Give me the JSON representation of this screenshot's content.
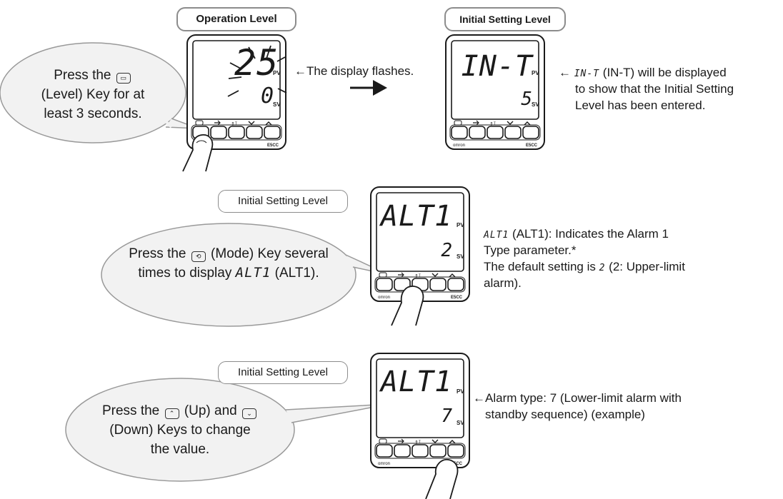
{
  "step1": {
    "label_left": "Operation Level",
    "label_right": "Initial Setting Level",
    "bubble": {
      "press": "Press the",
      "key_name": "(Level) Key for at",
      "line3": "least 3 seconds."
    },
    "display_left": {
      "pv": "25",
      "sv": "0"
    },
    "flash_note": "The display flashes.",
    "display_right": {
      "pv": "IN-T",
      "sv": "5"
    },
    "note": {
      "code_glyph": "IN-T",
      "line1": "(IN-T) will be displayed",
      "line2": "to show that the Initial Setting",
      "line3": "Level has been entered."
    }
  },
  "step2": {
    "label": "Initial Setting Level",
    "bubble": {
      "line1a": "Press the",
      "line1b": "(Mode) Key several",
      "line2a": "times to display",
      "code_glyph": "ALT1",
      "line2b": "(ALT1)."
    },
    "display": {
      "pv": "ALT1",
      "sv": "2"
    },
    "note": {
      "code_glyph": "ALT1",
      "line1": "(ALT1): Indicates the Alarm 1",
      "line2": "Type parameter.*",
      "line3a": "The default setting is",
      "default_glyph": "2",
      "line3b": "(2: Upper-limit",
      "line4": "alarm)."
    }
  },
  "step3": {
    "label": "Initial Setting Level",
    "bubble": {
      "line1a": "Press the",
      "line1b": "(Up) and",
      "line2": "(Down) Keys to change",
      "line3": "the value."
    },
    "display": {
      "pv": "ALT1",
      "sv": "7"
    },
    "note": {
      "line1": "Alarm type: 7 (Lower-limit alarm with",
      "line2": "standby sequence) (example)"
    }
  },
  "device": {
    "pv_tag": "PV",
    "sv_tag": "SV",
    "brand": "omron",
    "model": "E5CC"
  },
  "colors": {
    "outline": "#1a1a1a",
    "bubble_fill": "#f2f2f2",
    "bubble_stroke": "#999999",
    "label_border": "#8c8c8c"
  }
}
